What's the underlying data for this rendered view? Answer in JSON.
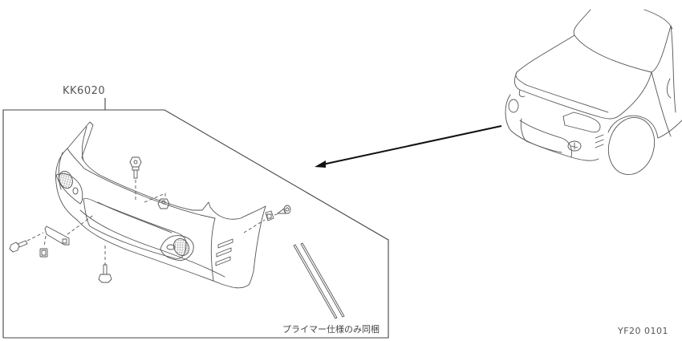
{
  "diagram": {
    "type": "exploded-parts-diagram",
    "subject": "front bumper assembly",
    "part_number_label": "KK6020",
    "note": "プライマー仕様のみ同梱",
    "drawing_code": "YF20  0101",
    "components": [
      {
        "name": "front-bumper-cover"
      },
      {
        "name": "mounting-bolt-top"
      },
      {
        "name": "clip-nut-top"
      },
      {
        "name": "side-bracket"
      },
      {
        "name": "bracket-bolt"
      },
      {
        "name": "bracket-clip"
      },
      {
        "name": "bottom-bolt"
      },
      {
        "name": "side-clip"
      },
      {
        "name": "side-screw"
      },
      {
        "name": "trim-strips"
      }
    ],
    "reference_view": "vehicle front three-quarter view",
    "arrow": {
      "from": "vehicle front bumper",
      "to": "exploded assembly"
    },
    "colors": {
      "line": "#555555",
      "arrow": "#111111",
      "background": "#ffffff"
    }
  }
}
